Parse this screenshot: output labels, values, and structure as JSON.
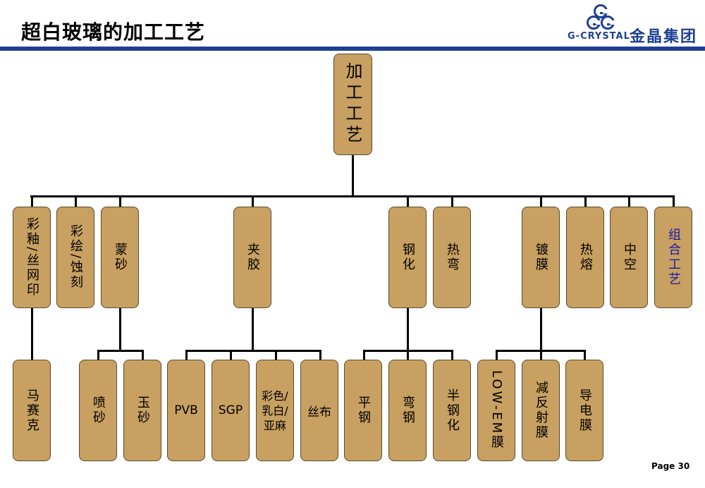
{
  "slide": {
    "title": "超白玻璃的加工工艺",
    "page": "Page 30"
  },
  "logo": {
    "text": "G-CRYSTAL",
    "cn": "金晶集团"
  },
  "root": {
    "label": "加工工艺"
  },
  "level1": [
    {
      "label": "彩釉/丝网印"
    },
    {
      "label": "彩绘/蚀刻"
    },
    {
      "label": "蒙砂"
    },
    {
      "label": "夹胶"
    },
    {
      "label": "钢化"
    },
    {
      "label": "热弯"
    },
    {
      "label": "镀膜"
    },
    {
      "label": "热熔"
    },
    {
      "label": "中空"
    },
    {
      "label": "组合工艺"
    }
  ],
  "level2": [
    {
      "label": "马赛克"
    },
    {
      "label": "喷砂"
    },
    {
      "label": "玉砂"
    },
    {
      "label": "PVB"
    },
    {
      "label": "SGP"
    },
    {
      "label": "彩色/\n乳白/\n亚麻"
    },
    {
      "label": "丝布"
    },
    {
      "label": "平钢"
    },
    {
      "label": "弯钢"
    },
    {
      "label": "半钢化"
    },
    {
      "label": "LOW-EM膜"
    },
    {
      "label": "减反射膜"
    },
    {
      "label": "导电膜"
    }
  ],
  "colors": {
    "box_fill": "#c7a062",
    "accent_blue": "#1f3f93",
    "highlight_text": "#1a1aa8"
  }
}
